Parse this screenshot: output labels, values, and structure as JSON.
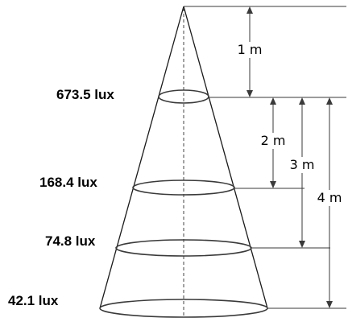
{
  "levels": [
    {
      "lux_label": "673.5 lux",
      "distance_label": "1 m",
      "distance_m": 1
    },
    {
      "lux_label": "168.4 lux",
      "distance_label": "2 m",
      "distance_m": 2
    },
    {
      "lux_label": "74.8 lux",
      "distance_label": "3 m",
      "distance_m": 3
    },
    {
      "lux_label": "42.1 lux",
      "distance_label": "4 m",
      "distance_m": 4
    }
  ],
  "colors": {
    "line": "#3a3a3a",
    "text": "#000000"
  }
}
